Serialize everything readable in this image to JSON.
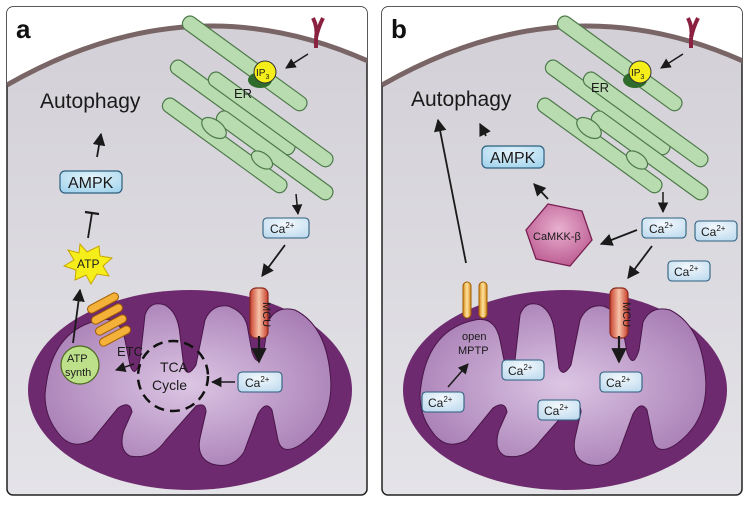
{
  "panel_a": {
    "letter": "a",
    "autophagy": "Autophagy",
    "ampk": "AMPK",
    "atp": "ATP",
    "er": "ER",
    "ip3_base": "IP",
    "ip3_sub": "3",
    "ca_base": "Ca",
    "ca_sup": "2+",
    "mcu": "MCU",
    "etc": "ETC",
    "atp_synth_line1": "ATP",
    "atp_synth_line2": "synth",
    "tca_line1": "TCA",
    "tca_line2": "Cycle"
  },
  "panel_b": {
    "letter": "b",
    "autophagy": "Autophagy",
    "ampk": "AMPK",
    "er": "ER",
    "ip3_base": "IP",
    "ip3_sub": "3",
    "camkk": "CaMKK-β",
    "ca_base": "Ca",
    "ca_sup": "2+",
    "mcu": "MCU",
    "mptp_line1": "open",
    "mptp_line2": "MPTP"
  },
  "colors": {
    "cell_bg": "#d9d7dd",
    "membrane": "#7a6566",
    "er_fill": "#b9dbb0",
    "er_stroke": "#4d7a4a",
    "mito_outer": "#6e2a6e",
    "mito_inner": "#b48ac0",
    "ampk_fill": "#b8dff2",
    "atp_star": "#f5ee1a",
    "camkk_fill": "#c8679d",
    "mcu_fill": "#e0604e",
    "mptp_fill": "#f3b13a",
    "synth_fill": "#bde08a",
    "receptor": "#8a2140"
  },
  "icons": [
    "ip3-receptor-icon",
    "ip3-ligand-icon",
    "mcu-channel-icon",
    "mptp-channel-icon",
    "atp-synthase-icon",
    "tca-cycle-icon",
    "er-tubule-icon",
    "mitochondrion-icon"
  ]
}
